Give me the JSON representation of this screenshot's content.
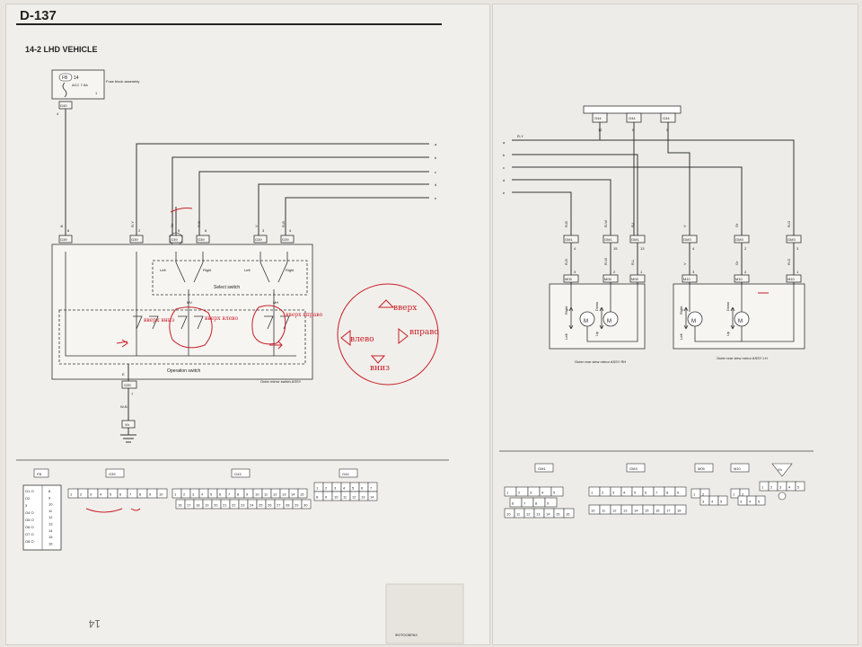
{
  "page": {
    "code": "D-137",
    "section_title": "14-2 LHD VEHICLE"
  },
  "fuse": {
    "id": "FB",
    "number": "14",
    "rating": "ACC 7.5A",
    "label": "Fuse block assembly",
    "pin": "1",
    "connector": "G40",
    "connector_pin": "4"
  },
  "wire_letters": [
    "a",
    "b",
    "c",
    "d",
    "e"
  ],
  "switch_side": {
    "colors": [
      "B",
      "R-Y",
      "Gr",
      "R-B",
      "V",
      "R-B"
    ],
    "connector_labels": [
      "G39",
      "G39",
      "G39",
      "G39",
      "G39",
      "G39"
    ],
    "pins_top": [
      "8",
      "2",
      "5",
      "6",
      "3",
      "4"
    ],
    "terminals": [
      "B",
      "C",
      "VL",
      "VR",
      "HL",
      "HR"
    ],
    "left_label": "Left",
    "right_label": "Right",
    "select_switch": "Select switch",
    "mv": "MV",
    "mh": "MH",
    "operation_switch": "Operation switch",
    "outer_mirror_switch": "Outer mirror switch ASSY",
    "e_label": "E",
    "ground_connector": "G39",
    "ground_pin": "7",
    "ground_wire": "W-B",
    "ground_point": "Xh"
  },
  "handwritten": {
    "up": "вверх",
    "left": "влево",
    "right": "вправо",
    "down": "вниз",
    "note1": "вверх вниз",
    "note2": "вверх влево",
    "note3": "вверх вправо"
  },
  "right_side": {
    "top_connectors": [
      "G44",
      "G44",
      "G44"
    ],
    "top_pins": [
      "12",
      "6",
      "5"
    ],
    "wire_ry": "R-Y",
    "wire_letters": [
      "a",
      "b",
      "c",
      "d",
      "e"
    ],
    "rh_colors": [
      "R-B",
      "R-W",
      "R-L"
    ],
    "rh_connectors": [
      "GM1",
      "GM1",
      "GM1"
    ],
    "rh_pins_top": [
      "4",
      "15",
      "13"
    ],
    "rh_pins_bottom": [
      "3",
      "2",
      "1"
    ],
    "rh_motor_connectors": [
      "M05",
      "M05",
      "M05"
    ],
    "rh_labels": [
      "Right",
      "Left",
      "Down",
      "Up"
    ],
    "rh_title": "Outer rear view mirror ASSY RH",
    "lh_colors": [
      "V",
      "Gr",
      "R-G"
    ],
    "lh_connectors": [
      "GM3",
      "GM3",
      "GM3"
    ],
    "lh_pins_top": [
      "4",
      "2",
      "3"
    ],
    "lh_pins_bottom": [
      "3",
      "2",
      "1"
    ],
    "lh_motor_connectors": [
      "M10",
      "M10",
      "M10"
    ],
    "lh_labels": [
      "Right",
      "Left",
      "Down",
      "Up"
    ],
    "lh_title": "Outer rear view mirror ASSY LH",
    "lh_extra": [
      "R-L"
    ]
  },
  "connector_views": {
    "left": [
      "FB",
      "G39",
      "G43",
      "G44"
    ],
    "right": [
      "GM1",
      "GM3",
      "M05",
      "M10",
      "Xh"
    ],
    "fb_rows": [
      "O1 O",
      "O2",
      "3",
      "O4 O",
      "O5 O",
      "O6 O",
      "O7 O",
      "O8 O"
    ],
    "fb_rows_right": [
      "8",
      "9",
      "10",
      "11",
      "12",
      "13",
      "14",
      "15",
      "16"
    ],
    "g39_pins": [
      "1",
      "2",
      "3",
      "4",
      "5",
      "6",
      "7",
      "8",
      "9",
      "10"
    ],
    "g43_top": [
      "1",
      "2",
      "3",
      "4",
      "5",
      "6",
      "7",
      "8",
      "9",
      "10",
      "11",
      "12",
      "13",
      "14",
      "15"
    ],
    "g43_bottom": [
      "16",
      "17",
      "18",
      "19",
      "20",
      "21",
      "22",
      "23",
      "24",
      "25",
      "26",
      "27",
      "28",
      "29",
      "30"
    ],
    "g44_top": [
      "1",
      "2",
      "3",
      "4",
      "5",
      "6",
      "7"
    ],
    "g44_bottom": [
      "8",
      "9",
      "10",
      "11",
      "12",
      "13",
      "14"
    ],
    "gm1_top": [
      "1",
      "2",
      "3",
      "4",
      "5"
    ],
    "gm1_mid": [
      "6",
      "7",
      "8",
      "9"
    ],
    "gm1_bottom": [
      "10",
      "11",
      "12",
      "13",
      "14",
      "15",
      "16"
    ],
    "gm3_top": [
      "1",
      "2",
      "3",
      "4",
      "5",
      "6",
      "7",
      "8",
      "9"
    ],
    "gm3_bottom": [
      "10",
      "11",
      "12",
      "13",
      "14",
      "15",
      "16",
      "17",
      "18"
    ],
    "m05_pins": [
      "1",
      "2",
      "3",
      "4",
      "5"
    ],
    "m10_pins": [
      "1",
      "2",
      "3",
      "4",
      "5"
    ],
    "xh_pins": [
      "1",
      "2",
      "3",
      "4",
      "5"
    ]
  },
  "footer": {
    "page_num": "14",
    "photo_label": "ФОТООБРАЗ"
  },
  "colors": {
    "paper": "#f1efeb",
    "ink": "#333333",
    "marker": "#c8202a"
  }
}
